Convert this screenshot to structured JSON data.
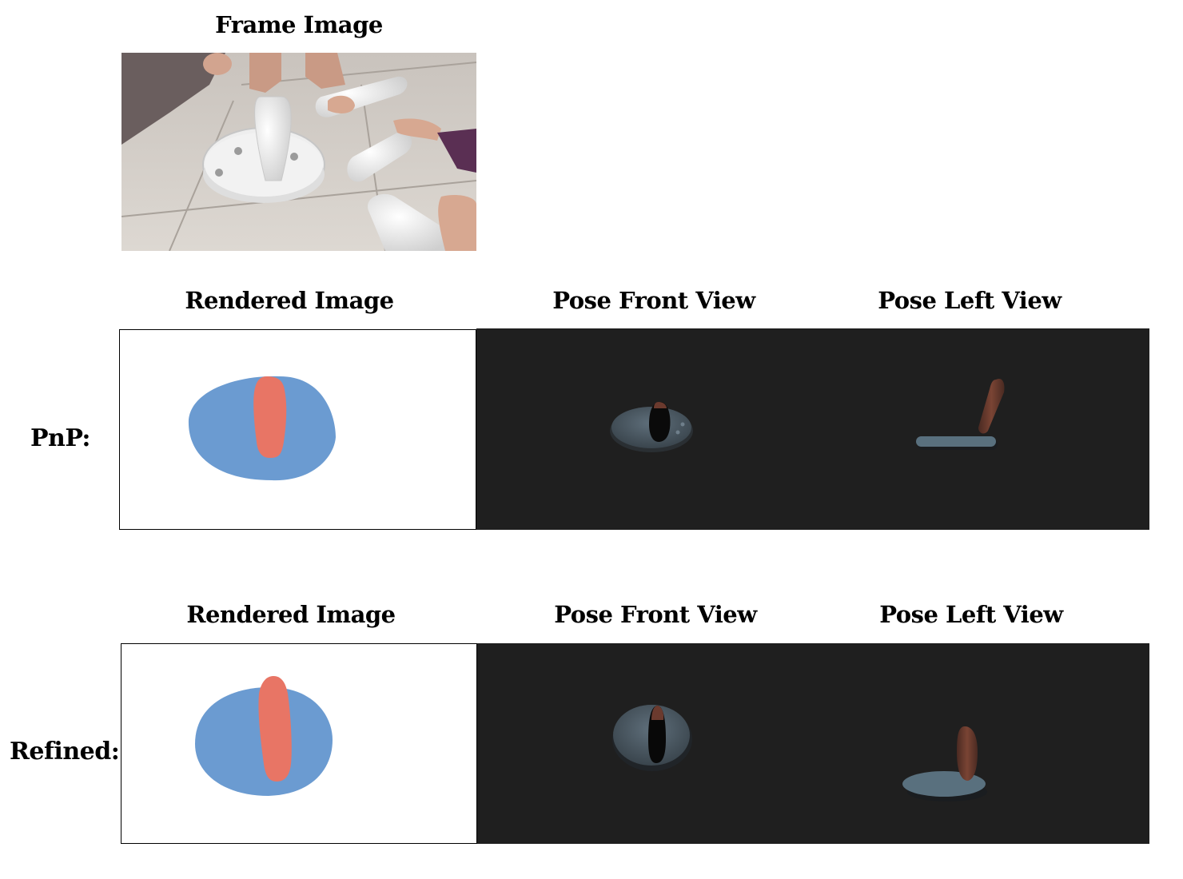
{
  "header": {
    "frame_title": "Frame Image"
  },
  "rows": [
    {
      "label": "PnP:",
      "titles": {
        "rendered": "Rendered Image",
        "front": "Pose Front View",
        "left": "Pose Left View"
      }
    },
    {
      "label": "Refined:",
      "titles": {
        "rendered": "Rendered Image",
        "front": "Pose Front View",
        "left": "Pose Left View"
      }
    }
  ],
  "colors": {
    "base_blue": "#6b9bd1",
    "pin_red": "#e87565",
    "dark_bg": "#1f1f1f",
    "dark_disk": "#4d5b66",
    "dark_pin": "#6b3a2e"
  }
}
